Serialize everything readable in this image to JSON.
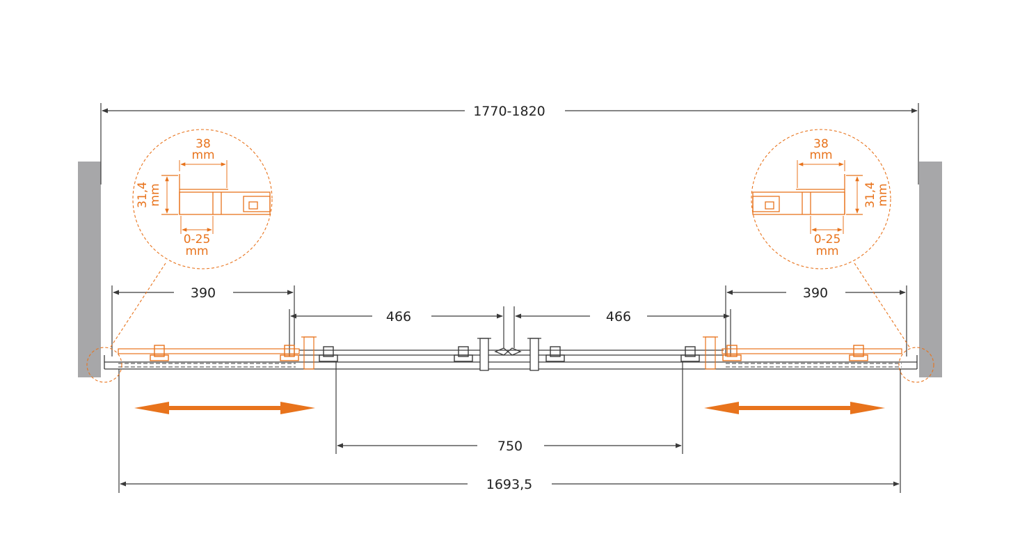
{
  "colors": {
    "line": "#3a3a3a",
    "accent": "#e8731c",
    "wall": "#a7a7a9",
    "text": "#222222"
  },
  "dimensions": {
    "overall_opening": "1770-1820",
    "left_fixed_panel": "390",
    "right_fixed_panel": "390",
    "left_door": "466",
    "right_door": "466",
    "passage": "750",
    "total_width": "1693,5"
  },
  "detail_left": {
    "width_value": "38",
    "width_unit": "mm",
    "depth_value": "31,4",
    "depth_unit": "mm",
    "adjust_value": "0-25",
    "adjust_unit": "mm"
  },
  "detail_right": {
    "width_value": "38",
    "width_unit": "mm",
    "depth_value": "31,4",
    "depth_unit": "mm",
    "adjust_value": "0-25",
    "adjust_unit": "mm"
  },
  "icons": {
    "left_arrow": "double-arrow-icon",
    "right_arrow": "double-arrow-icon"
  }
}
